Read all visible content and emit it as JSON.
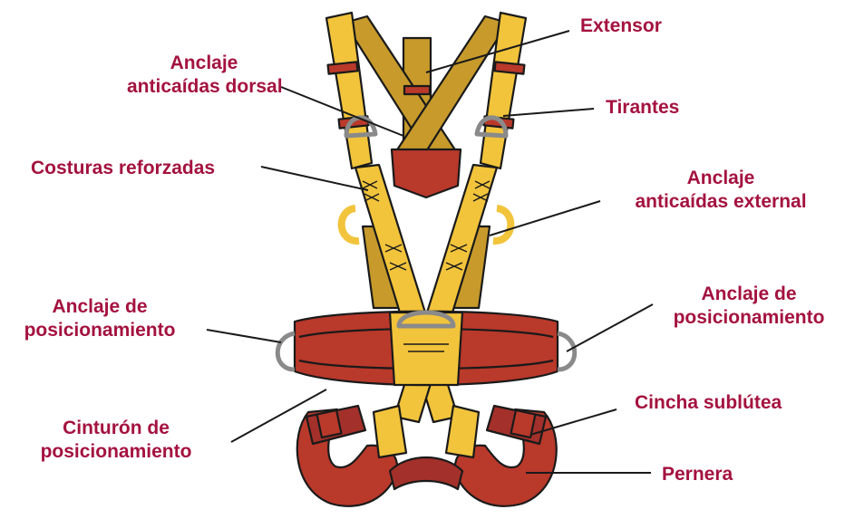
{
  "colors": {
    "label": "#a4123f",
    "strap_yellow": "#f2c43b",
    "strap_back": "#c79a2b",
    "belt_red": "#b9392b",
    "metal": "#c9c9c9",
    "outline": "#1a1a1a"
  },
  "labels": {
    "extensor": "Extensor",
    "dorsal": [
      "Anclaje",
      "anticaídas dorsal"
    ],
    "tirantes": "Tirantes",
    "costuras": "Costuras reforzadas",
    "external": [
      "Anclaje",
      "anticaídas external"
    ],
    "pos_left": [
      "Anclaje de",
      "posicionamiento"
    ],
    "pos_right": [
      "Anclaje de",
      "posicionamiento"
    ],
    "cinturon": [
      "Cinturón de",
      "posicionamiento"
    ],
    "sublutea": "Cincha sublútea",
    "pernera": "Pernera"
  }
}
